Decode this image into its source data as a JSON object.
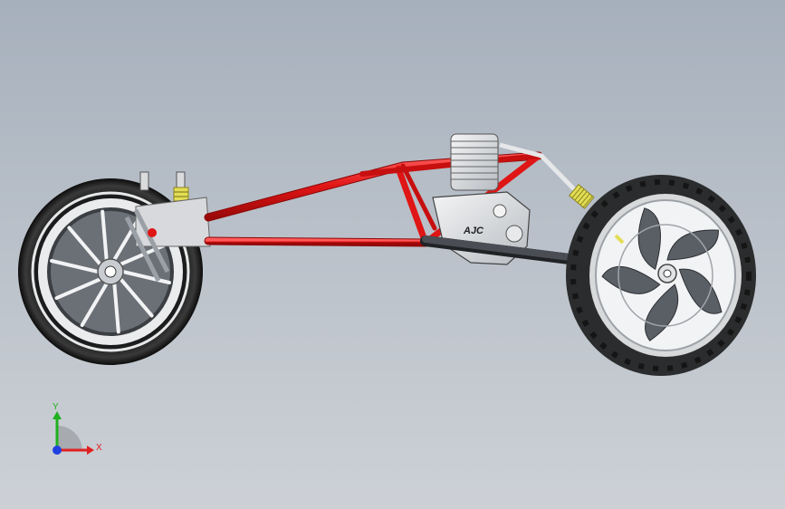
{
  "viewport": {
    "background_top": "#a6b0bc",
    "background_bottom": "#cdd1d6"
  },
  "model": {
    "frame_color": "#e01515",
    "spring_color": "#e3dd55",
    "swingarm_color": "#3a3d42",
    "engine_badge": "AJC"
  },
  "triad": {
    "x_label": "X",
    "y_label": "Y",
    "x_color": "#e02020",
    "y_color": "#20b020",
    "z_color": "#2040e0"
  }
}
